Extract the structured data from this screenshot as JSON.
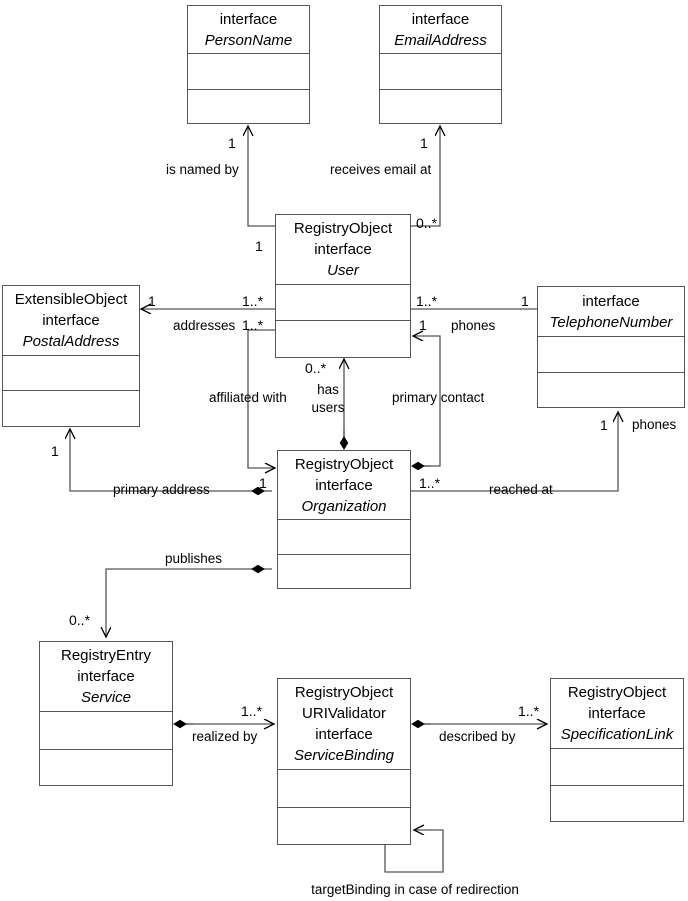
{
  "diagram": {
    "title": "UML class diagram",
    "stroke_color": "#555555",
    "text_color": "#000000",
    "background": "#ffffff"
  },
  "classes": [
    {
      "id": "personname",
      "stereotype": "interface",
      "extra": "",
      "name": "PersonName"
    },
    {
      "id": "emailaddress",
      "stereotype": "interface",
      "extra": "",
      "name": "EmailAddress"
    },
    {
      "id": "user",
      "stereotype": "RegistryObject",
      "extra": "interface",
      "name": "User"
    },
    {
      "id": "postaladdress",
      "stereotype": "ExtensibleObject",
      "extra": "interface",
      "name": "PostalAddress"
    },
    {
      "id": "telephonenumber",
      "stereotype": "interface",
      "extra": "",
      "name": "TelephoneNumber"
    },
    {
      "id": "organization",
      "stereotype": "RegistryObject",
      "extra": "interface",
      "name": "Organization"
    },
    {
      "id": "service",
      "stereotype": "RegistryEntry",
      "extra": "interface",
      "name": "Service"
    },
    {
      "id": "servicebinding",
      "stereotype": "RegistryObject",
      "extra2": "URIValidator",
      "extra": "interface",
      "name": "ServiceBinding"
    },
    {
      "id": "specificationlink",
      "stereotype": "RegistryObject",
      "extra": "interface",
      "name": "SpecificationLink"
    }
  ],
  "edge_labels": {
    "is_named_by": "is named by",
    "receives_email_at": "receives email at",
    "addresses": "addresses",
    "phones_user": "phones",
    "affiliated_with": "affiliated with",
    "has": "has",
    "users": "users",
    "primary_contact": "primary contact",
    "primary_address": "primary address",
    "reached_at": "reached at",
    "phones_org": "phones",
    "publishes": "publishes",
    "realized_by": "realized by",
    "described_by": "described by",
    "target_binding": "targetBinding in case of redirection"
  },
  "multiplicities": {
    "personname_end": "1",
    "emailaddress_end": "1",
    "user_named_end": "1",
    "user_email_end": "0..*",
    "postaladdress_addresses_end": "1",
    "user_addresses_end": "1..*",
    "user_affiliated_end": "1..*",
    "user_phones_end": "1..*",
    "telephone_phones_end": "1",
    "user_primary_contact_end": "1",
    "org_has_users_end": "0..*",
    "postaladdress_primary_end": "1",
    "org_primary_address_end": "1",
    "org_reached_at_end": "1..*",
    "telephone_reached_end": "1",
    "service_publishes_end": "0..*",
    "servicebinding_realized_end": "1..*",
    "specificationlink_end": "1..*"
  }
}
